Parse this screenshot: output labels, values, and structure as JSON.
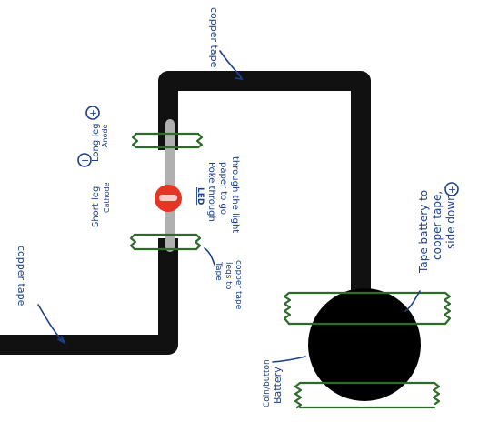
{
  "labels": {
    "copper_tape_top": "copper tape",
    "copper_tape_left": "copper tape",
    "anode": "Anode",
    "long_leg": "Long leg",
    "plus_sign": "+",
    "cathode": "Cathode",
    "short_leg": "Short leg",
    "minus_sign": "−",
    "led": "LED",
    "poke_line1": "Poke through",
    "poke_line2": "paper to go",
    "poke_line3": "through the light",
    "tape_legs_line1": "Tape",
    "tape_legs_line2": "legs to",
    "tape_legs_line3": "copper tape",
    "battery_tape_line1": "Tape battery to",
    "battery_tape_line2": "copper tape,",
    "battery_tape_line3": "side down",
    "battery_plus": "+",
    "coin_line1": "Coin/button",
    "coin_line2": "Battery"
  },
  "colors": {
    "copper_tape": "#111111",
    "led": "#e53525",
    "led_leg": "#b0b0b0",
    "tape_strip": "#2e6b2a",
    "ink": "#1a3f8c",
    "battery": "#000000"
  }
}
